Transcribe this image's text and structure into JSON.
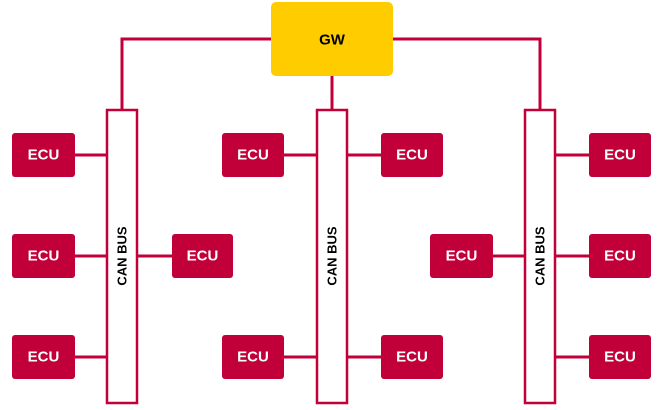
{
  "diagram": {
    "gateway": {
      "label": "GW"
    },
    "bus_label": "CAN BUS",
    "ecu_label": "ECU",
    "colors": {
      "accent": "#c1003a",
      "gateway_fill": "#ffcc00",
      "bus_fill": "#ffffff",
      "text_light": "#ffffff",
      "text_dark": "#000000"
    },
    "buses": [
      {
        "id": "left",
        "ecus": [
          "ECU",
          "ECU",
          "ECU",
          "ECU"
        ]
      },
      {
        "id": "center",
        "ecus": [
          "ECU",
          "ECU",
          "ECU",
          "ECU"
        ]
      },
      {
        "id": "right",
        "ecus": [
          "ECU",
          "ECU",
          "ECU",
          "ECU"
        ]
      }
    ]
  }
}
